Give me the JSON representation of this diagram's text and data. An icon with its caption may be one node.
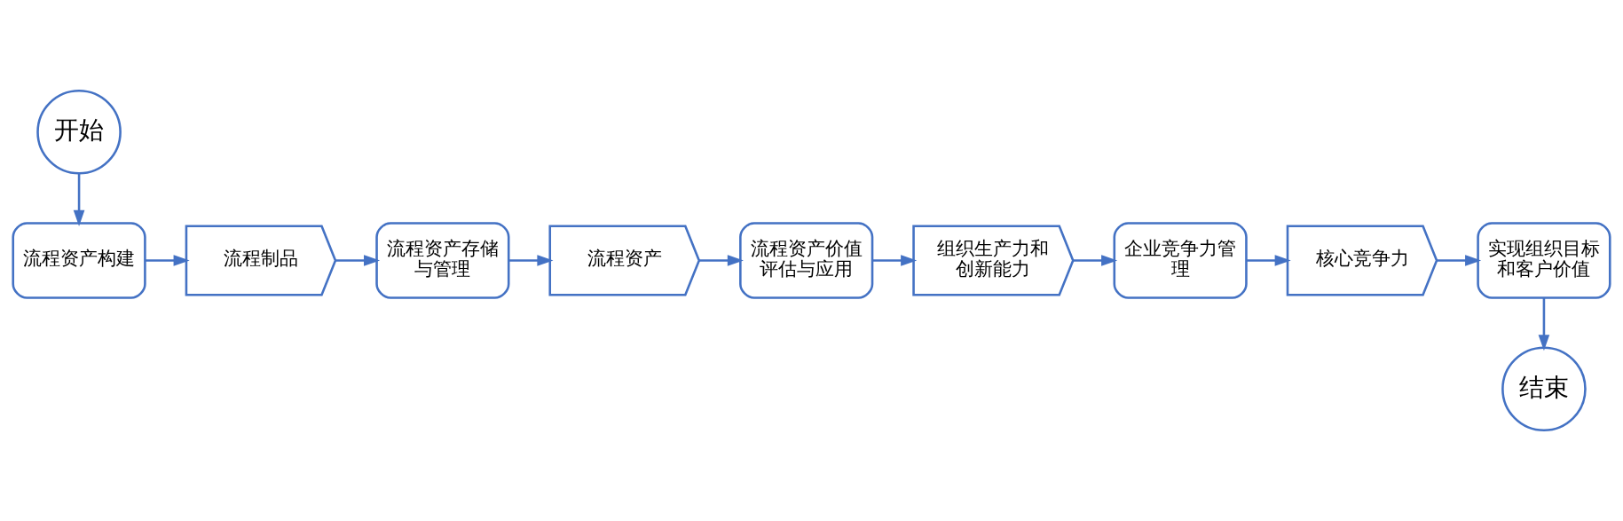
{
  "diagram": {
    "nodes": [
      {
        "text": [
          "开始"
        ]
      },
      {
        "text": [
          "流程资产构建"
        ]
      },
      {
        "text": [
          "流程制品"
        ]
      },
      {
        "text": [
          "流程资产存储与管理"
        ]
      },
      {
        "text": [
          "流程资产"
        ]
      },
      {
        "text": [
          "流程资产价值评估与应用"
        ]
      },
      {
        "text": [
          "组织生产力和创新能力"
        ]
      },
      {
        "text": [
          "企业竞争力管理"
        ]
      },
      {
        "text": [
          "核心竞争力"
        ]
      },
      {
        "text": [
          "实现组织目标和客户价值"
        ]
      },
      {
        "text": [
          "结束"
        ]
      }
    ],
    "edges": [
      {
        "from": 0,
        "to": 1,
        "arrow": "to"
      },
      {
        "from": 1,
        "to": 2,
        "arrow": "to"
      },
      {
        "from": 2,
        "to": 3,
        "arrow": "to"
      },
      {
        "from": 3,
        "to": 4,
        "arrow": "to"
      },
      {
        "from": 4,
        "to": 5,
        "arrow": "to"
      },
      {
        "from": 5,
        "to": 6,
        "arrow": "to"
      },
      {
        "from": 6,
        "to": 7,
        "arrow": "to"
      },
      {
        "from": 7,
        "to": 8,
        "arrow": "to"
      },
      {
        "from": 8,
        "to": 9,
        "arrow": "to"
      },
      {
        "from": 9,
        "to": 10,
        "arrow": "to"
      }
    ]
  }
}
